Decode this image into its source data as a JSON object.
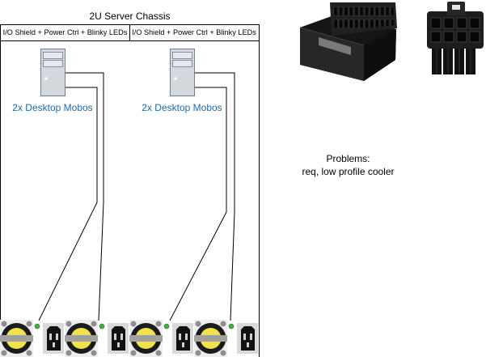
{
  "diagram": {
    "title": "2U Server Chassis",
    "sections": [
      {
        "header": "I/O Shield + Power Ctrl + Blinky LEDs",
        "node": {
          "label": "2x Desktop Mobos",
          "icon": "tower-pc-icon"
        }
      },
      {
        "header": "I/O Shield + Power Ctrl + Blinky LEDs",
        "node": {
          "label": "2x Desktop Mobos",
          "icon": "tower-pc-icon"
        }
      }
    ],
    "power_supplies": [
      {
        "fan_icon": "fan-icon",
        "led_icon": "green-status-led-icon",
        "inlet_icon": "iec-power-inlet-icon"
      },
      {
        "fan_icon": "fan-icon",
        "led_icon": "green-status-led-icon",
        "inlet_icon": "iec-power-inlet-icon"
      },
      {
        "fan_icon": "fan-icon",
        "led_icon": "green-status-led-icon",
        "inlet_icon": "iec-power-inlet-icon"
      },
      {
        "fan_icon": "fan-icon",
        "led_icon": "green-status-led-icon",
        "inlet_icon": "iec-power-inlet-icon"
      }
    ],
    "note": {
      "heading": "Problems:",
      "body": "req, low profile cooler"
    }
  },
  "reference_photos": [
    {
      "icon": "atx-24-pin-right-angle-adapter-icon"
    },
    {
      "icon": "8-pin-power-connector-icon"
    }
  ],
  "colors": {
    "label_text": "#1e6ab0",
    "outline": "#000000",
    "tower_fill": "#d5d8dd",
    "tower_stroke": "#6d7f96",
    "fan_blade": "#f1e14e",
    "fan_ring": "#1b1b1b",
    "fan_housing": "#eeeeee",
    "fan_band": "#a0a0a0",
    "screw": "#8f8f8f",
    "led": "#3cb043",
    "inlet_frame": "#d9d9d9",
    "connector": "#121212"
  }
}
